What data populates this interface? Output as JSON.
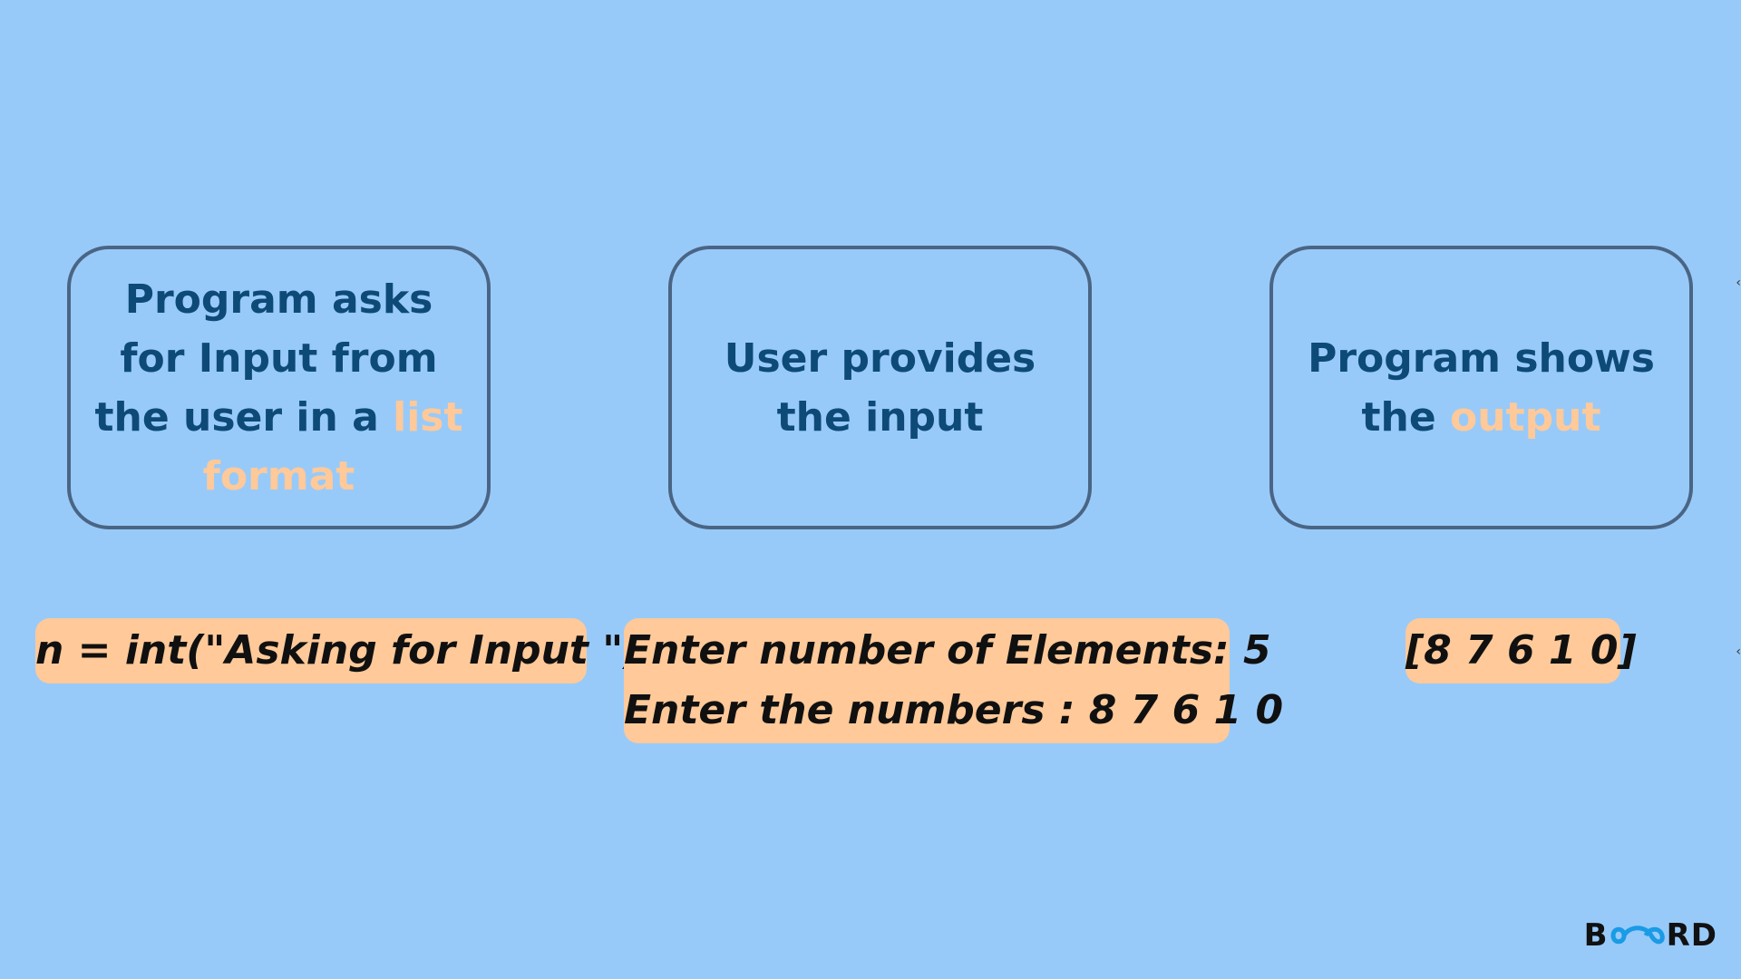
{
  "steps": [
    {
      "text_before": "Program asks for Input from the user in a ",
      "highlight": "list format",
      "text_after": ""
    },
    {
      "text_before": "User provides the input",
      "highlight": "",
      "text_after": ""
    },
    {
      "text_before": "Program shows the ",
      "highlight": "output",
      "text_after": ""
    }
  ],
  "code_tags": [
    {
      "lines": [
        "n = int(\"Asking for Input \")"
      ]
    },
    {
      "lines": [
        "Enter number of Elements: 5",
        "Enter the numbers : 8 7 6 1 0"
      ]
    },
    {
      "lines": [
        "[8 7 6 1 0]"
      ]
    }
  ],
  "brand": {
    "prefix": "B",
    "suffix": "RD"
  },
  "colors": {
    "background": "#98caf9",
    "box_border": "#4a6584",
    "box_text": "#0d4a78",
    "highlight": "#ffc999",
    "tag_background": "#ffc999",
    "tag_text": "#101010",
    "brand_loop": "#1a9be6"
  },
  "icons": [
    "infinity-loop-icon",
    "arrow-left-icon"
  ]
}
